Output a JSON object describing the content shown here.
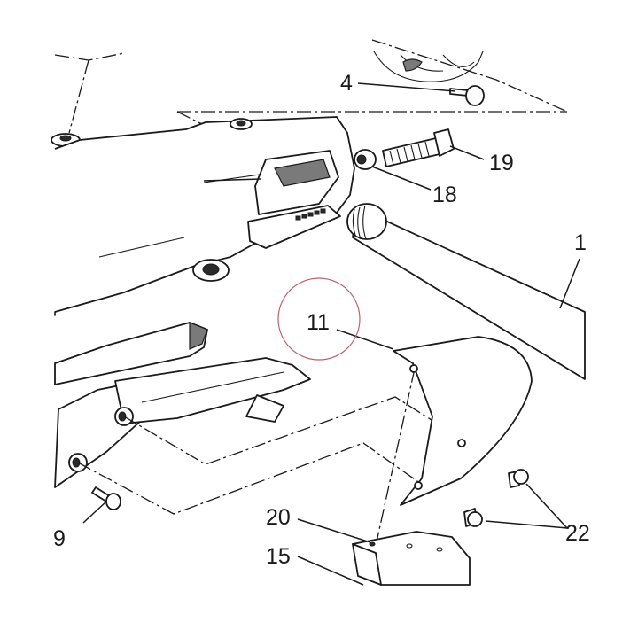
{
  "diagram": {
    "callouts": [
      {
        "id": "c1",
        "label": "1"
      },
      {
        "id": "c4",
        "label": "4"
      },
      {
        "id": "c9",
        "label": "9"
      },
      {
        "id": "c11",
        "label": "11"
      },
      {
        "id": "c15",
        "label": "15"
      },
      {
        "id": "c18",
        "label": "18"
      },
      {
        "id": "c19",
        "label": "19"
      },
      {
        "id": "c20",
        "label": "20"
      },
      {
        "id": "c22",
        "label": "22"
      }
    ],
    "highlight_color": "#c0606a",
    "line_color": "#1a1a1a"
  }
}
